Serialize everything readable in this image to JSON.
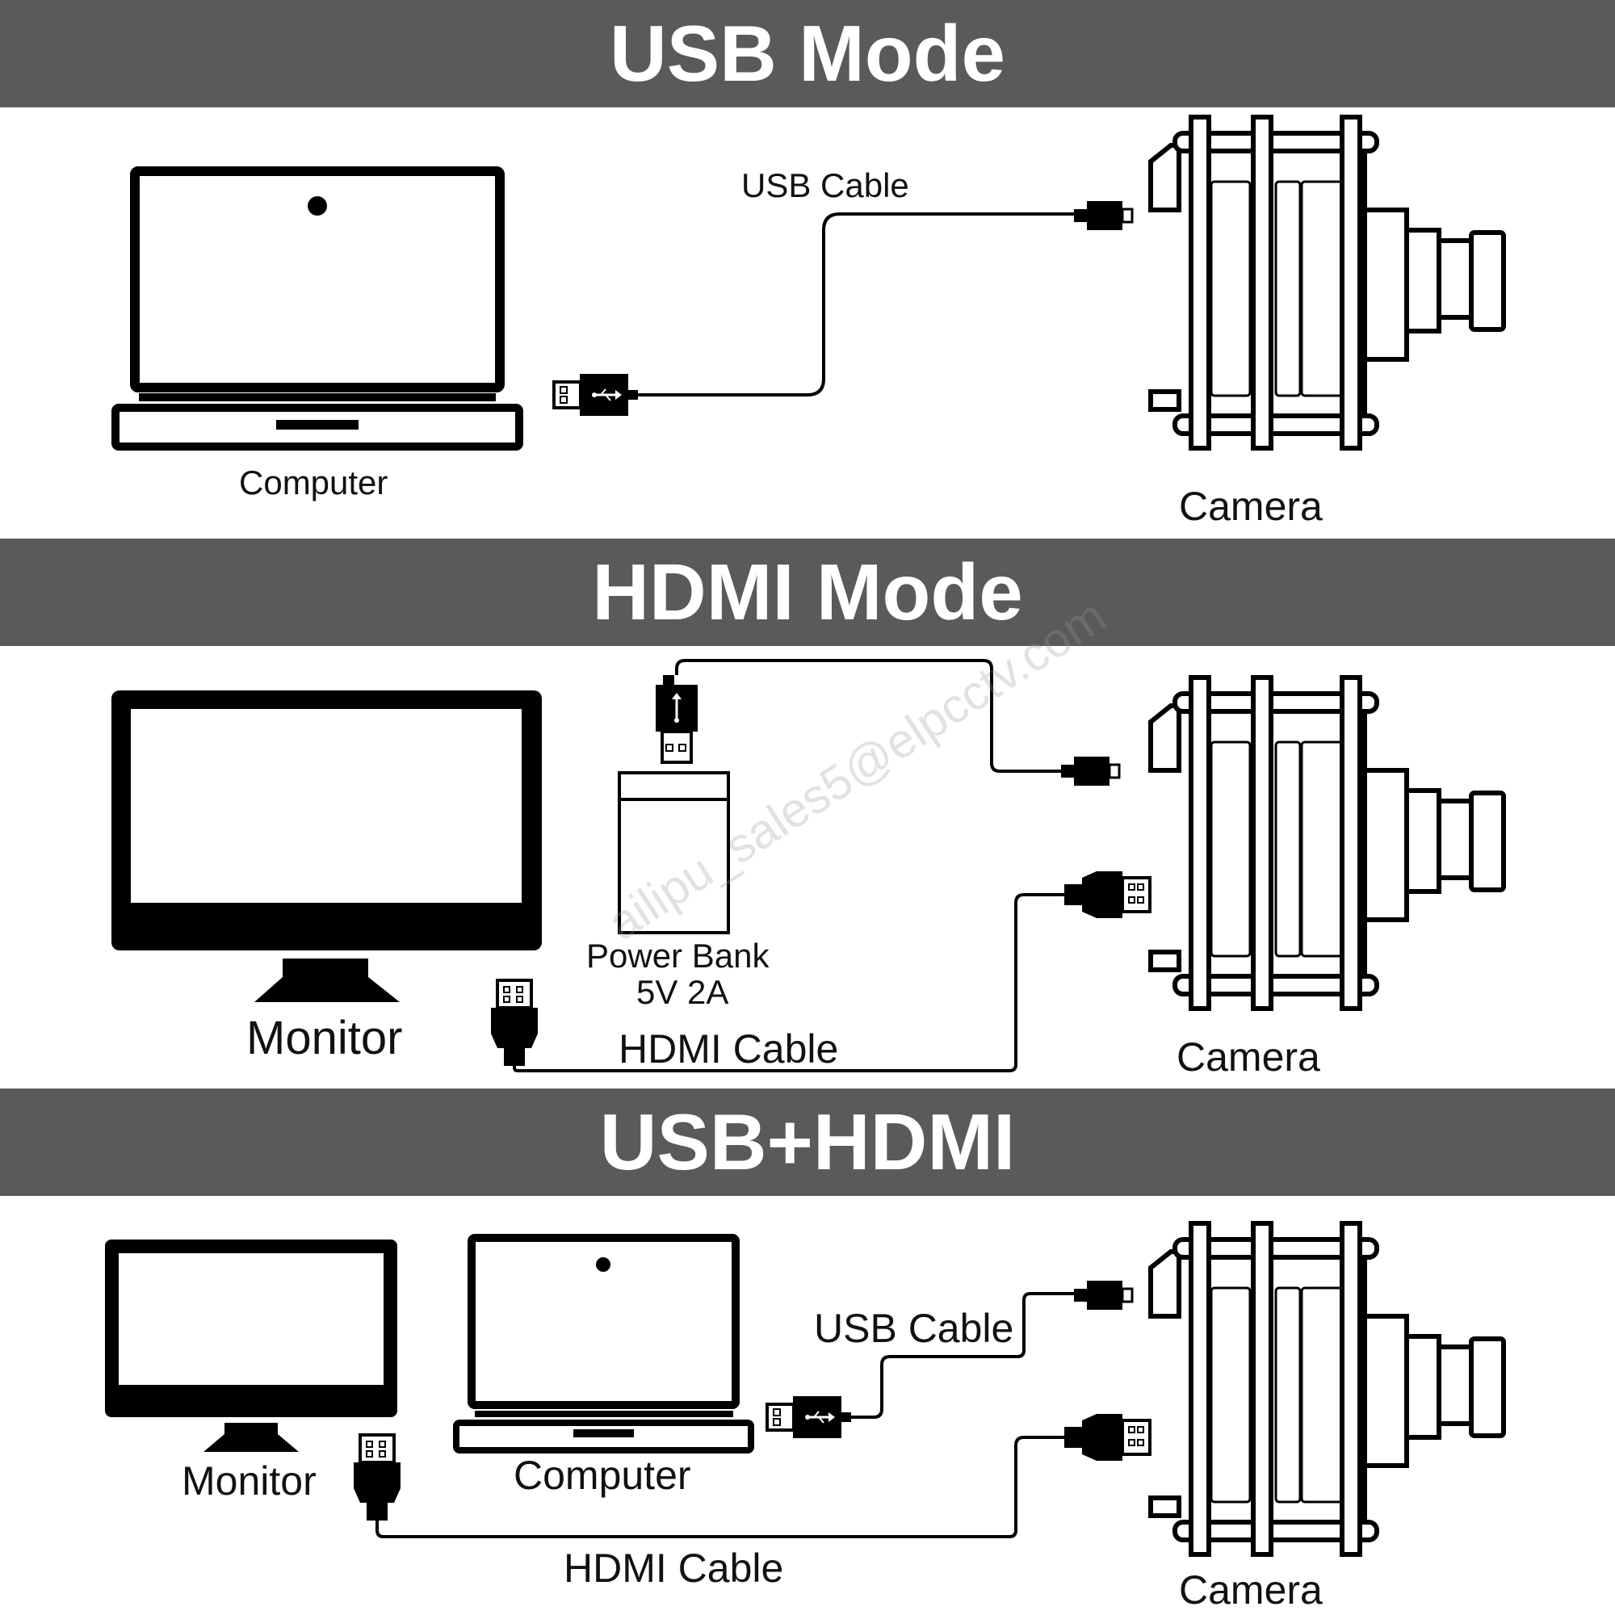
{
  "sections": [
    {
      "title": "USB Mode",
      "labels": {
        "computer": "Computer",
        "usb_cable": "USB Cable",
        "camera": "Camera"
      }
    },
    {
      "title": "HDMI Mode",
      "labels": {
        "monitor": "Monitor",
        "power_bank_line1": "Power Bank",
        "power_bank_line2": "5V 2A",
        "hdmi_cable": "HDMI Cable",
        "camera": "Camera"
      }
    },
    {
      "title": "USB+HDMI",
      "labels": {
        "monitor": "Monitor",
        "computer": "Computer",
        "usb_cable": "USB Cable",
        "hdmi_cable": "HDMI Cable",
        "camera": "Camera"
      }
    }
  ],
  "watermark": "ailipu_sales5@elpcctv.com",
  "colors": {
    "band": "#5a5a5a",
    "band_text": "#ffffff",
    "line": "#000000",
    "background": "#ffffff"
  },
  "icons": [
    "laptop-icon",
    "monitor-icon",
    "camera-board-icon",
    "usb-a-plug-icon",
    "micro-usb-plug-icon",
    "hdmi-plug-icon",
    "power-bank-icon",
    "usb-symbol-icon"
  ]
}
